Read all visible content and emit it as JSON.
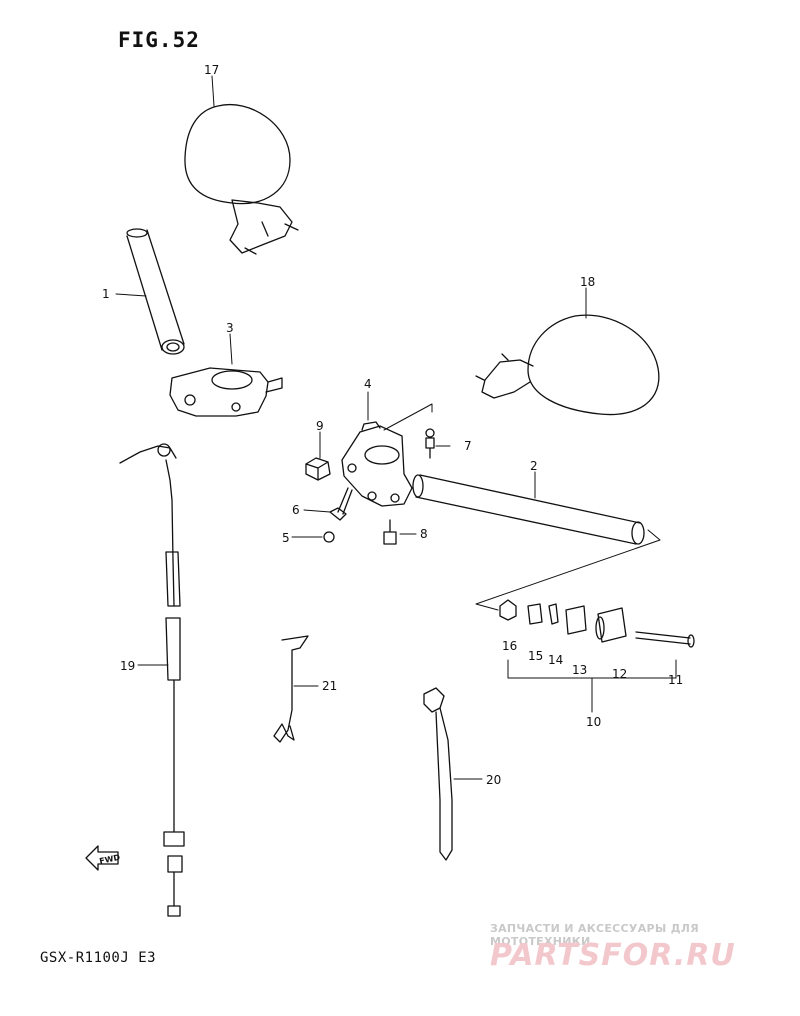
{
  "figure": {
    "title": "FIG.52",
    "model": "GSX-R1100J E3"
  },
  "labels": {
    "p1": "1",
    "p2": "2",
    "p3": "3",
    "p4": "4",
    "p5": "5",
    "p6": "6",
    "p7": "7",
    "p8": "8",
    "p9": "9",
    "p10": "10",
    "p11": "11",
    "p12": "12",
    "p13": "13",
    "p14": "14",
    "p15": "15",
    "p16": "16",
    "p17": "17",
    "p18": "18",
    "p19": "19",
    "p20": "20",
    "p21": "21"
  },
  "fwd_label": "FWD",
  "watermark": {
    "line": "ЗАПЧАСТИ И АКСЕССУАРЫ ДЛЯ МОТОТЕХНИКИ",
    "logo": "PARTSFOR.RU"
  }
}
